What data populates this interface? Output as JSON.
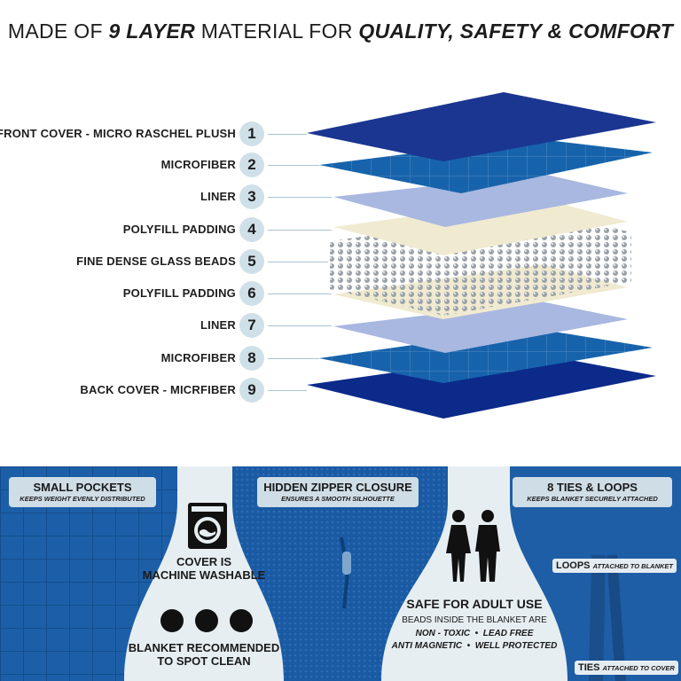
{
  "title": {
    "prefix": "MADE OF ",
    "emphasis1": "9 LAYER",
    "middle": " MATERIAL FOR ",
    "emphasis2": "QUALITY, SAFETY & COMFORT"
  },
  "layers": [
    {
      "label": "FRONT COVER - MICRO RASCHEL PLUSH",
      "number": "1"
    },
    {
      "label": "MICROFIBER",
      "number": "2"
    },
    {
      "label": "LINER",
      "number": "3"
    },
    {
      "label": "POLYFILL PADDING",
      "number": "4"
    },
    {
      "label": "FINE DENSE GLASS BEADS",
      "number": "5"
    },
    {
      "label": "POLYFILL PADDING",
      "number": "6"
    },
    {
      "label": "LINER",
      "number": "7"
    },
    {
      "label": "MICROFIBER",
      "number": "8"
    },
    {
      "label": "BACK COVER - MICRFIBER",
      "number": "9"
    }
  ],
  "features": {
    "pockets": {
      "title": "SMALL POCKETS",
      "subtitle": "KEEPS WEIGHT EVENLY DISTRIBUTED"
    },
    "zipper": {
      "title": "HIDDEN ZIPPER CLOSURE",
      "subtitle": "ENSURES A SMOOTH SILHOUETTE"
    },
    "ties": {
      "title": "8 TIES & LOOPS",
      "subtitle": "KEEPS BLANKET SECURELY ATTACHED"
    },
    "washable": {
      "line1": "COVER IS",
      "line2": "MACHINE WASHABLE"
    },
    "spot_clean": {
      "line1": "BLANKET RECOMMENDED",
      "line2": "TO SPOT CLEAN"
    },
    "safety": {
      "title": "SAFE FOR ADULT USE",
      "line1": "BEADS INSIDE THE BLANKET ARE",
      "line2": "NON - TOXIC  •  LEAD FREE",
      "line3": "ANTI MAGNETIC  •  WELL PROTECTED"
    },
    "loops": {
      "label": "LOOPS",
      "note": "ATTACHED TO BLANKET"
    },
    "ties_note": {
      "label": "TIES",
      "note": "ATTACHED TO COVER"
    }
  },
  "colors": {
    "navy": "#0c2a8a",
    "blue": "#1763ab",
    "liner": "#a8b8e0",
    "padding": "#f0ead0",
    "badge": "#cfe0e8"
  },
  "icons": [
    "washing-machine-icon",
    "adult-users-icon",
    "dots-icon"
  ]
}
